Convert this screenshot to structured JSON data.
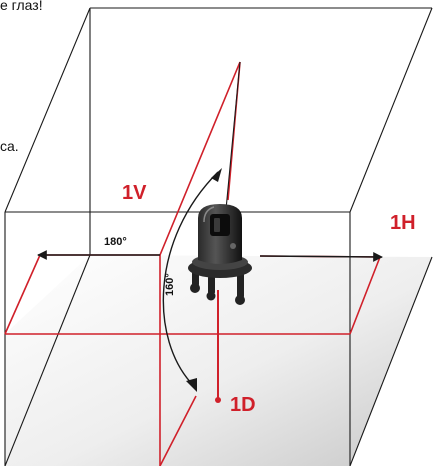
{
  "partial_text": {
    "top": "е глаз!",
    "middle": "са."
  },
  "labels": {
    "vertical_plane": "1V",
    "horizontal_plane": "1H",
    "down_point": "1D",
    "horizontal_angle": "180°",
    "vertical_angle": "160°"
  },
  "colors": {
    "laser_red": "#d0202a",
    "outline": "#1a1a1a",
    "floor_light": "#f3f3f3",
    "floor_dark": "#cfcfcf",
    "label_red": "#d0202a"
  }
}
